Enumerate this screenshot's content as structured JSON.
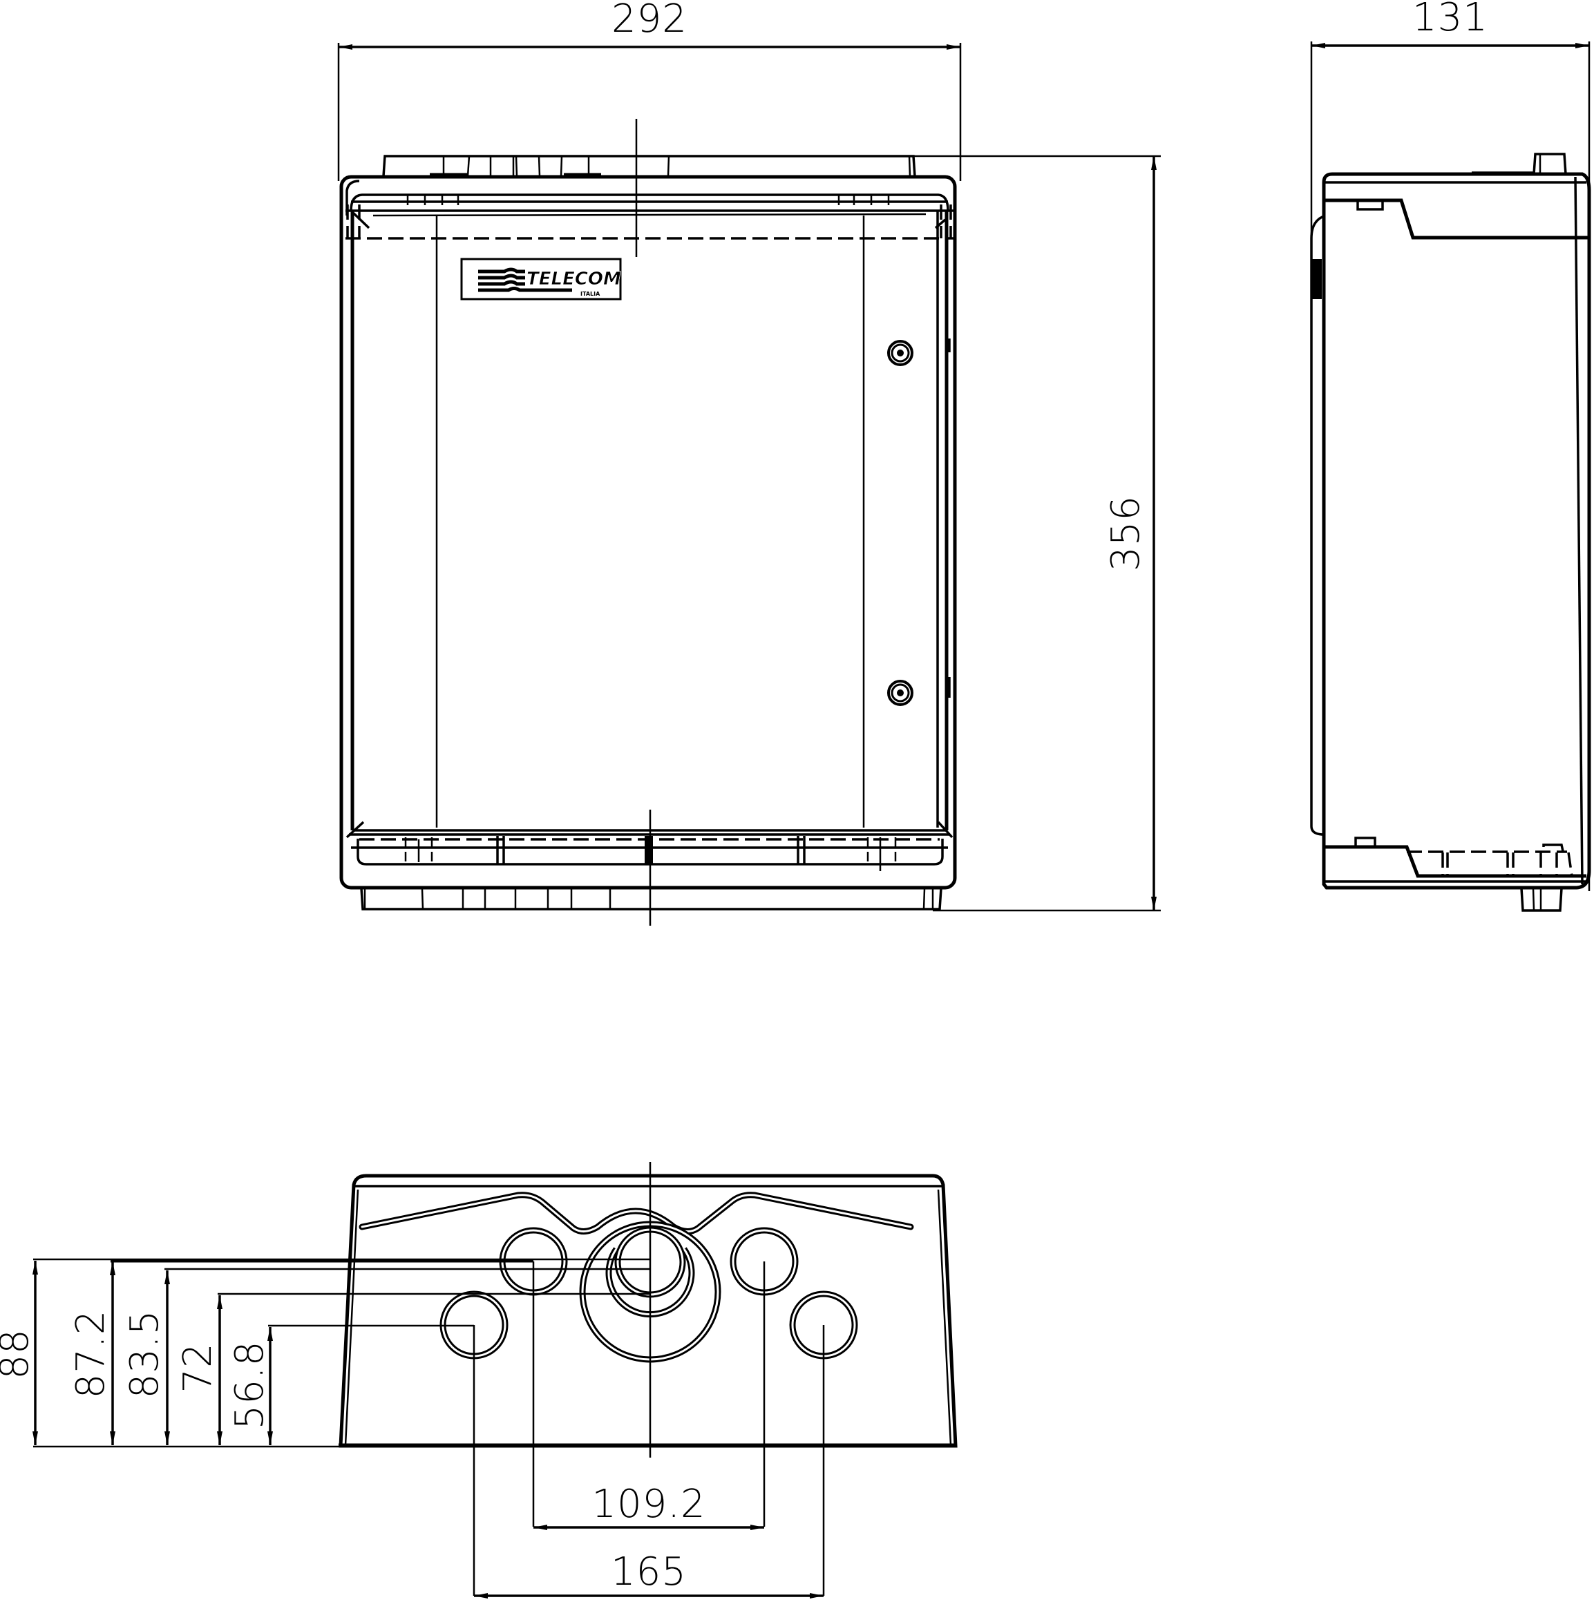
{
  "drawing": {
    "type": "technical-drawing",
    "subject": "wall-mounted enclosure box",
    "colors": {
      "line": "#000000",
      "background": "#ffffff"
    },
    "views": {
      "front": {
        "label": "front-view",
        "dimensions": {
          "width": "292",
          "height": "356"
        },
        "logo": {
          "brand": "TELECOM",
          "sub": "ITALIA"
        },
        "screws": 2
      },
      "side": {
        "label": "side-view",
        "dimensions": {
          "depth": "131"
        }
      },
      "bottom": {
        "label": "bottom-view",
        "dimensions": {
          "heights": [
            "88",
            "87.2",
            "83.5",
            "72",
            "56.8"
          ],
          "inner_spacing": "109.2",
          "outer_spacing": "165"
        },
        "holes": 5
      }
    }
  }
}
